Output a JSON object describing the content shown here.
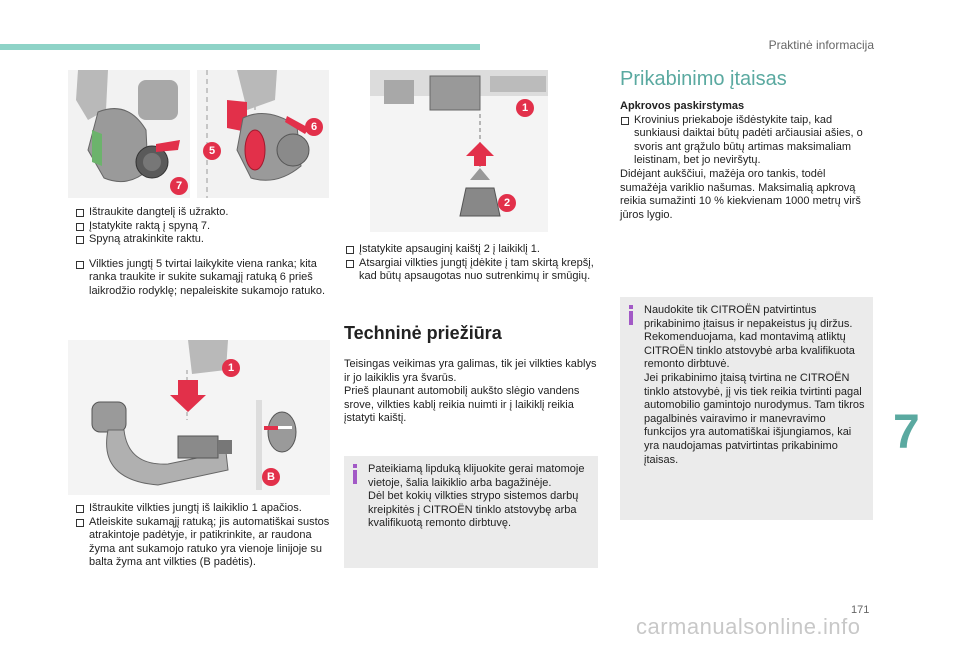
{
  "header": {
    "chapter": "Praktinė informacija"
  },
  "col1": {
    "block1": [
      "Ištraukite dangtelį iš užrakto.",
      "Įstatykite raktą į spyną 7.",
      "Spyną atrakinkite raktu."
    ],
    "block2": [
      "Vilkties jungtį 5 tvirtai laikykite viena ranka; kita ranka traukite ir sukite sukamąjį ratuką 6 prieš laikrodžio rodyklę; nepaleiskite sukamojo ratuko."
    ],
    "block3": [
      "Ištraukite vilkties jungtį iš laikiklio 1 apačios.",
      "Atleiskite sukamąjį ratuką; jis automatiškai sustos atrakintoje padėtyje, ir patikrinkite, ar raudona žyma ant sukamojo ratuko yra vienoje linijoje su balta žyma ant vilkties (B padėtis)."
    ]
  },
  "figures": {
    "fig_lock": {
      "labels": [
        "7"
      ]
    },
    "fig_wheel": {
      "labels": [
        "5",
        "6"
      ]
    },
    "fig_hook": {
      "labels": [
        "1",
        "B"
      ]
    },
    "fig_socket": {
      "labels": [
        "1",
        "2"
      ]
    }
  },
  "col2": {
    "block1": [
      "Įstatykite apsauginį kaištį 2 į laikiklį 1.",
      "Atsargiai vilkties jungtį įdėkite į tam skirtą krepšį, kad būtų apsaugotas nuo sutrenkimų ir smūgių."
    ],
    "maintenance_title": "Techninė priežiūra",
    "maintenance_text": "Teisingas veikimas yra galimas, tik jei vilkties kablys ir jo laikiklis yra švarūs.\nPrieš plaunant automobilį aukšto slėgio vandens srove, vilkties kablį reikia nuimti ir į laikiklį reikia įstatyti kaištį.",
    "info_text": "Pateikiamą lipduką klijuokite gerai matomoje vietoje, šalia laikiklio arba bagažinėje.\nDėl bet kokių vilkties strypo sistemos darbų kreipkitės į CITROËN tinklo atstovybę arba kvalifikuotą remonto dirbtuvę."
  },
  "col3": {
    "title": "Prikabinimo įtaisas",
    "subtitle": "Apkrovos paskirstymas",
    "bullet": "Krovinius priekaboje išdėstykite taip, kad sunkiausi daiktai būtų padėti arčiausiai ašies, o svoris ant grąžulo būtų artimas maksimaliam leistinam, bet jo neviršytų.",
    "text": "Didėjant aukščiui, mažėja oro tankis, todėl sumažėja variklio našumas. Maksimalią apkrovą reikia sumažinti 10 % kiekvienam 1000 metrų virš jūros lygio.",
    "info_text": "Naudokite tik CITROËN patvirtintus prikabinimo įtaisus ir nepakeistus jų diržus. Rekomenduojama, kad montavimą atliktų CITROËN tinklo atstovybė arba kvalifikuota remonto dirbtuvė.\nJei prikabinimo įtaisą tvirtina ne CITROËN tinklo atstovybė, jį vis tiek reikia tvirtinti pagal automobilio gamintojo nurodymus. Tam tikros pagalbinės vairavimo ir manevravimo funkcijos yra automatiškai išjungiamos, kai yra naudojamas patvirtintas prikabinimo įtaisas."
  },
  "section_number": "7",
  "page_number": "171",
  "watermark": "carmanualsonline.info",
  "colors": {
    "accent": "#5aa9a0",
    "topbar": "#8ed3c7",
    "badge": "#e2304a",
    "info_bg": "#ebebeb",
    "info_icon": "#a259c6"
  }
}
